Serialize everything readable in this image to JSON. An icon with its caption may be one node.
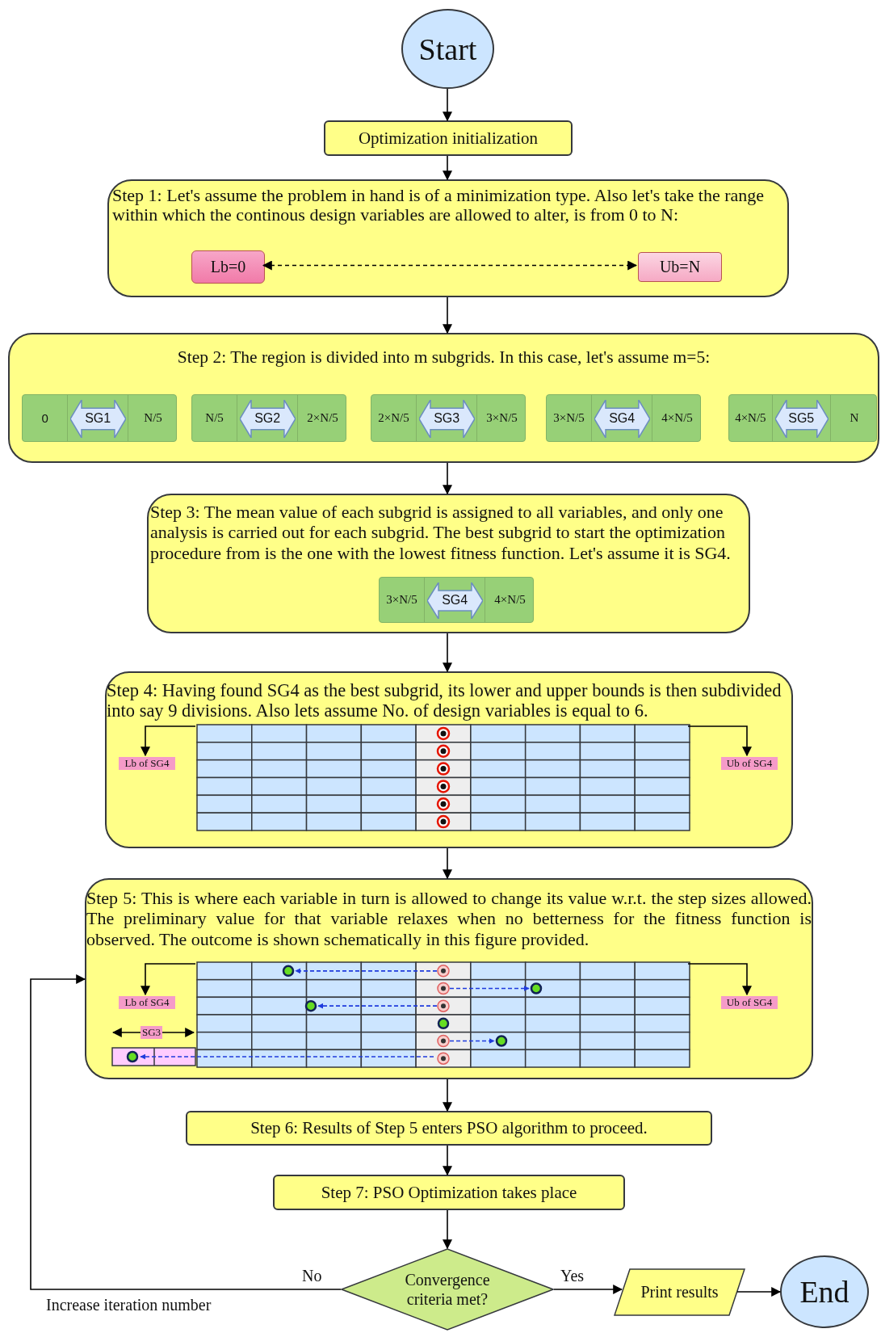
{
  "diagram": {
    "nodes": [
      {
        "text": [
          "Start"
        ]
      },
      {
        "text": [
          "Optimization initialization"
        ]
      },
      {
        "text": [
          "Step 1: Let's assume the problem in hand is of a minimization type. Also let's take the range within which the continous design variables are allowed to alter, is from 0 to N:"
        ]
      },
      {
        "text": [
          "Lb=0"
        ],
        "in": 2
      },
      {
        "text": [
          "Ub=N"
        ],
        "in": 2
      },
      {
        "text": [
          "Step 2: The region is divided into m subgrids. In this case, let's assume m=5:"
        ]
      },
      {
        "text": [
          "0",
          "SG1",
          "N/5"
        ],
        "in": 5
      },
      {
        "text": [
          "N/5",
          "SG2",
          "2×N/5"
        ],
        "in": 5
      },
      {
        "text": [
          "2×N/5",
          "SG3",
          "3×N/5"
        ],
        "in": 5
      },
      {
        "text": [
          "3×N/5",
          "SG4",
          "4×N/5"
        ],
        "in": 5
      },
      {
        "text": [
          "4×N/5",
          "SG5",
          "N"
        ],
        "in": 5
      },
      {
        "text": [
          "Step 3: The mean value of each subgrid is assigned to all variables, and only one analysis is carried out for each subgrid. The best subgrid to start the optimization procedure from is the one with the lowest fitness function. Let's assume it is SG4."
        ]
      },
      {
        "text": [
          "3×N/5",
          "SG4",
          "4×N/5"
        ],
        "in": 11
      },
      {
        "text": [
          "Step 4: Having found SG4 as the best subgrid, its lower and upper bounds is then subdivided into say 9 divisions. Also lets assume No. of design variables is equal to 6."
        ]
      },
      {
        "text": [],
        "shape": "box",
        "in": 13
      },
      {
        "text": [
          "Lb of SG4"
        ],
        "in": 13
      },
      {
        "text": [
          "Ub of SG4"
        ],
        "in": 13
      },
      {
        "text": [
          "Step 5: This is where each variable in turn is allowed to change its value w.r.t. the step sizes allowed. The preliminary value for that variable relaxes when no betterness for the fitness function is observed. The outcome is shown schematically in this figure provided."
        ]
      },
      {
        "text": [],
        "shape": "box",
        "in": 17
      },
      {
        "text": [
          "Lb of SG4"
        ],
        "in": 17
      },
      {
        "text": [
          "Ub of SG4"
        ],
        "in": 17
      },
      {
        "text": [
          "Step 6: Results of Step 5 enters PSO algorithm to proceed."
        ]
      },
      {
        "text": [
          "Step 7: PSO Optimization takes place"
        ]
      },
      {
        "text": [
          "Convergence criteria met?"
        ]
      },
      {
        "text": [
          "Print results"
        ]
      },
      {
        "text": [
          "End"
        ]
      }
    ],
    "edges": [
      {
        "from": 0,
        "to": 1,
        "arrow": "to"
      },
      {
        "from": 1,
        "to": 2,
        "arrow": "to"
      },
      {
        "from": 2,
        "to": 5,
        "arrow": "to"
      },
      {
        "from": 5,
        "to": 11,
        "arrow": "to"
      },
      {
        "from": 11,
        "to": 13,
        "arrow": "to"
      },
      {
        "from": 13,
        "to": 17,
        "arrow": "to"
      },
      {
        "from": 17,
        "to": 21,
        "arrow": "to"
      },
      {
        "from": 21,
        "to": 22,
        "arrow": "to"
      },
      {
        "from": 22,
        "to": 23,
        "arrow": "to"
      },
      {
        "from": 23,
        "to": 24,
        "arrow": "to",
        "label": "Yes"
      },
      {
        "from": 24,
        "to": 25,
        "arrow": "to"
      },
      {
        "from": 23,
        "to": 17,
        "arrow": "to",
        "label": "No"
      },
      {
        "from": 3,
        "to": 4,
        "arrow": "both",
        "style": "dashed"
      },
      {
        "from": 14,
        "to": 15,
        "arrow": "to"
      },
      {
        "from": 14,
        "to": 16,
        "arrow": "to"
      },
      {
        "from": 18,
        "to": 19,
        "arrow": "to"
      },
      {
        "from": 18,
        "to": 20,
        "arrow": "to"
      }
    ],
    "labels": [
      "SG3",
      "Increase iteration number"
    ]
  }
}
